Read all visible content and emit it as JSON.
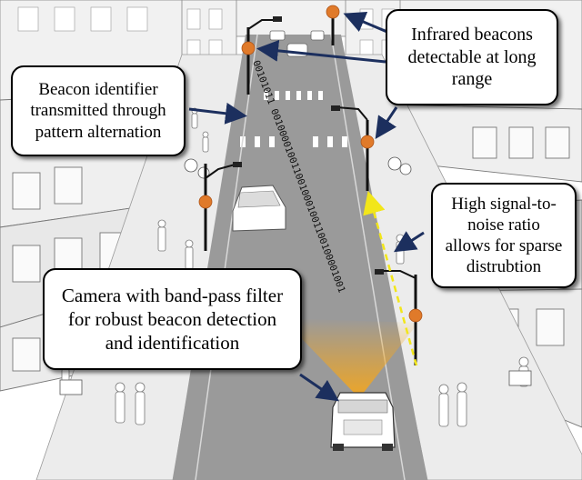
{
  "callouts": {
    "infrared": "Infrared beacons\ndetectable at long\nrange",
    "identifier": "Beacon identifier\ntransmitted through\npattern alternation",
    "snr": "High signal-to-\nnoise ratio\nallows for sparse\ndistrubtion",
    "camera": "Camera with band-pass filter\nfor robust beacon detection\nand identification"
  },
  "binary_code": "00101011 0010000100110010001001100100001001",
  "colors": {
    "beacon": "#e07a2a",
    "arrow": "#1c2f5e",
    "camera_cone": "#f2a620",
    "signal_dash": "#f2e61a"
  }
}
